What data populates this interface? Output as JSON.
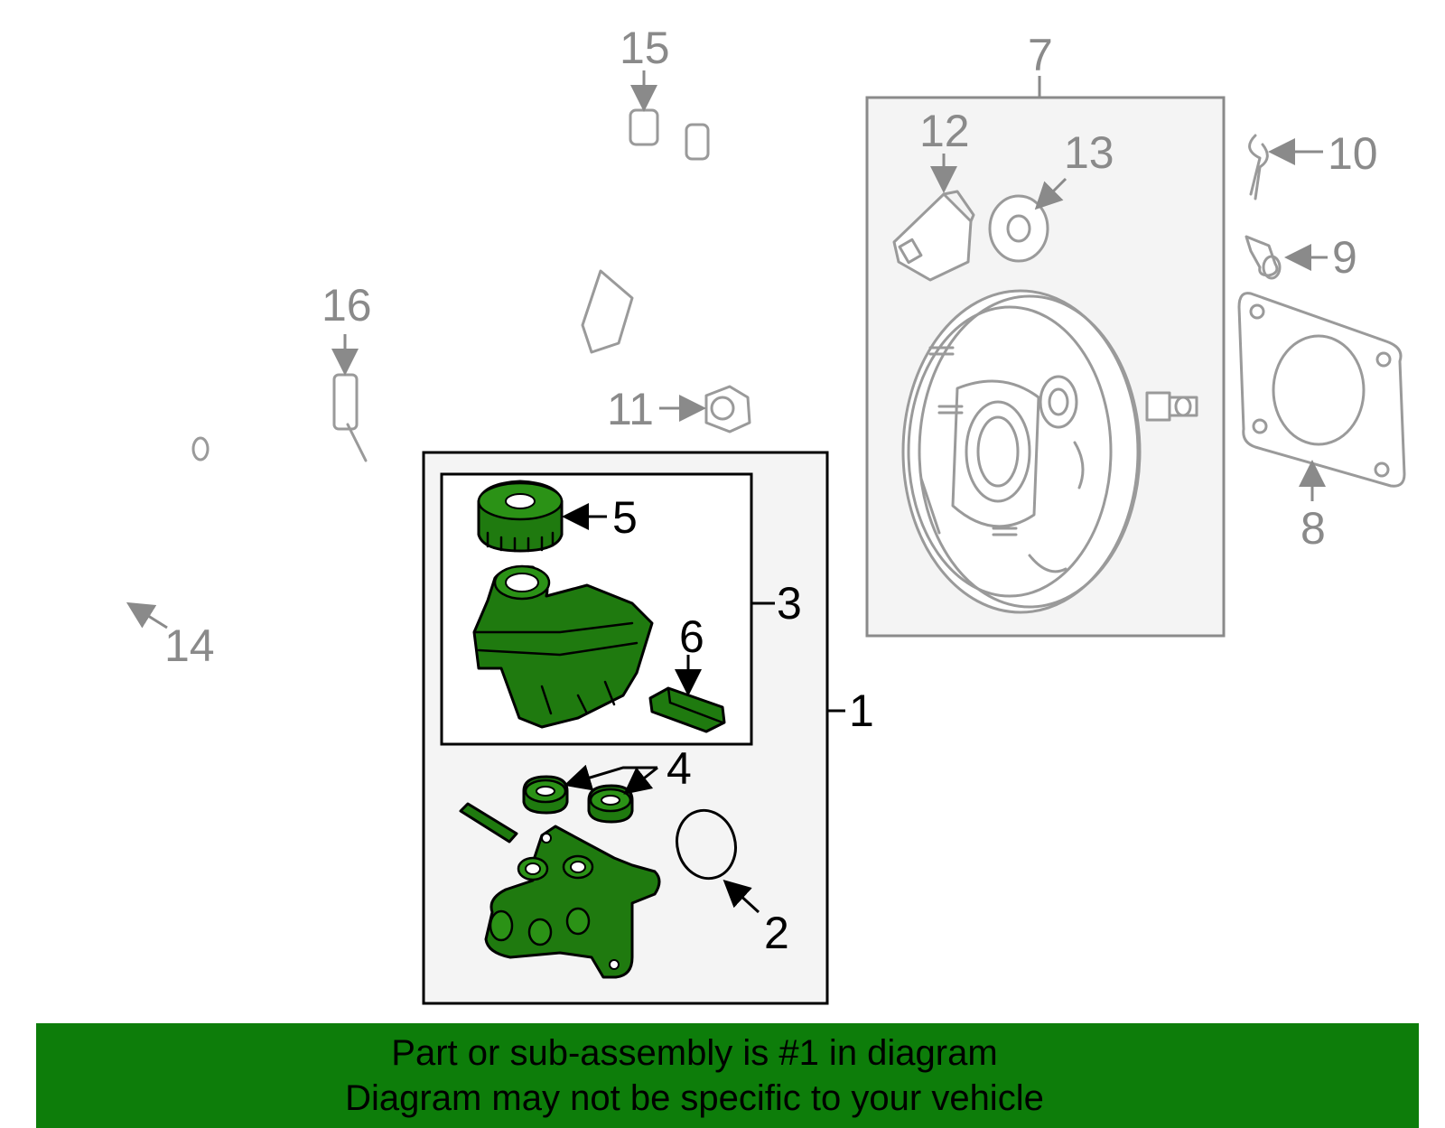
{
  "colors": {
    "highlight_part": "#1f7a0f",
    "ghost_part": "#9a9a9a",
    "banner_bg": "#0d7d0a",
    "box_fill": "#f4f4f4"
  },
  "callouts": {
    "c1": "1",
    "c2": "2",
    "c3": "3",
    "c4": "4",
    "c5": "5",
    "c6": "6",
    "c7": "7",
    "c8": "8",
    "c9": "9",
    "c10": "10",
    "c11": "11",
    "c12": "12",
    "c13": "13",
    "c14": "14",
    "c15": "15",
    "c16": "16"
  },
  "banner": {
    "line1": "Part or sub-assembly is #1 in diagram",
    "line2": "Diagram may not be specific to your vehicle"
  }
}
